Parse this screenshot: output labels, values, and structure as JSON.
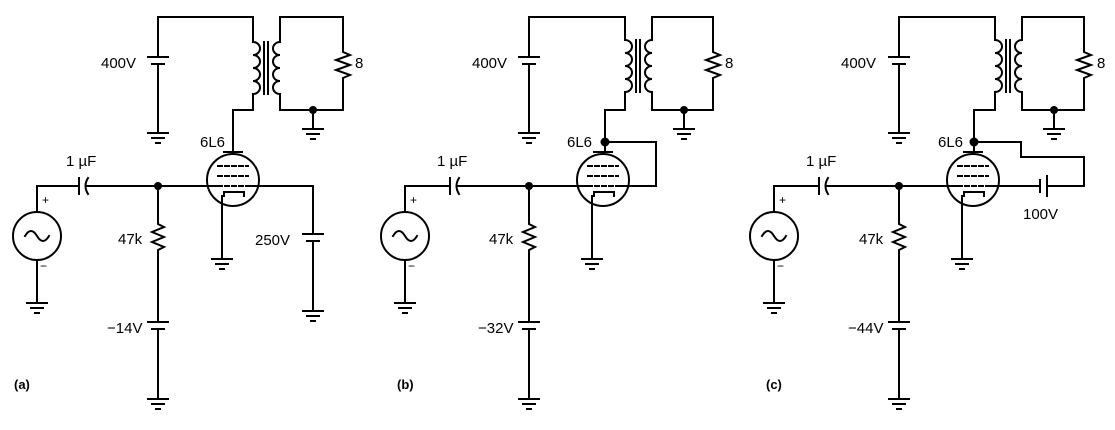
{
  "circuits": [
    {
      "caption": "(a)",
      "supply": "400V",
      "load": "8",
      "tube": "6L6",
      "coupling_cap": "1 µF",
      "resistor": "47k",
      "bias": "−14V",
      "screen_supply": "250V",
      "plus": "+",
      "minus": "−"
    },
    {
      "caption": "(b)",
      "supply": "400V",
      "load": "8",
      "tube": "6L6",
      "coupling_cap": "1 µF",
      "resistor": "47k",
      "bias": "−32V",
      "plus": "+",
      "minus": "−"
    },
    {
      "caption": "(c)",
      "supply": "400V",
      "load": "8",
      "tube": "6L6",
      "coupling_cap": "1 µF",
      "resistor": "47k",
      "bias": "−44V",
      "screen_battery": "100V",
      "plus": "+",
      "minus": "−"
    }
  ]
}
